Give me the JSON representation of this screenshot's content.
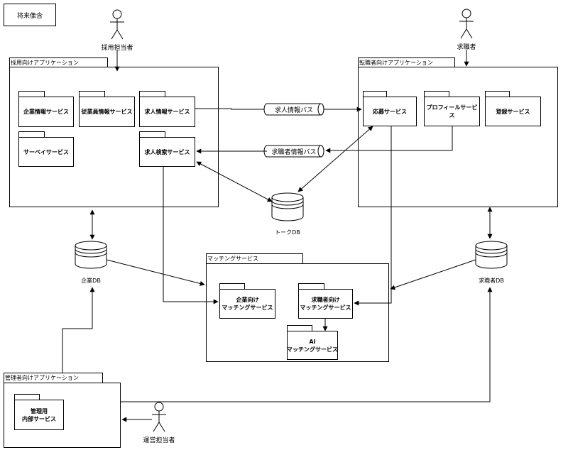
{
  "title": "将来像含",
  "actors": {
    "recruiter": "採用担当者",
    "job_seeker": "求職者",
    "operator": "運営担当者"
  },
  "packages": {
    "recruiting_app": {
      "label": "採用向けアプリケーション",
      "services": {
        "company_info": "企業情報サービス",
        "employee_info": "従業員情報サービス",
        "job_info": "求人情報サービス",
        "survey": "サーベイサービス",
        "job_search": "求人検索サービス"
      }
    },
    "job_seeker_app": {
      "label": "転職者向けアプリケーション",
      "services": {
        "application": "応募サービス",
        "profile": "プロフィールサービス",
        "registration": "登録サービス"
      }
    },
    "matching": {
      "label": "マッチングサービス",
      "services": {
        "for_company": "企業向け\nマッチングサービス",
        "for_seeker": "求職者向け\nマッチングサービス",
        "ai": "AI\nマッチングサービス"
      }
    },
    "admin_app": {
      "label": "管理者向けアプリケーション",
      "services": {
        "internal": "管理用\n内部サービス"
      }
    }
  },
  "buses": {
    "job_info_bus": "求人情報バス",
    "seeker_info_bus": "求職者情報バス"
  },
  "databases": {
    "talk_db": "トークDB",
    "company_db": "企業DB",
    "seeker_db": "求職者DB"
  }
}
